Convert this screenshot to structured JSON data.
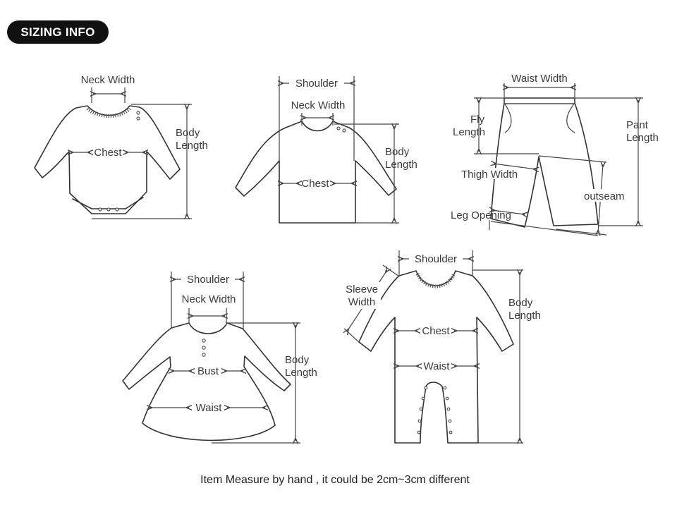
{
  "header": {
    "badge": "SIZING INFO"
  },
  "bodysuit": {
    "neck_width": "Neck Width",
    "chest": "Chest",
    "body_length_1": "Body",
    "body_length_2": "Length"
  },
  "shirt": {
    "shoulder": "Shoulder",
    "neck_width": "Neck Width",
    "chest": "Chest",
    "body_length_1": "Body",
    "body_length_2": "Length"
  },
  "pants": {
    "waist_width": "Waist Width",
    "fly_1": "Fly",
    "fly_2": "Length",
    "pant_1": "Pant",
    "pant_2": "Length",
    "thigh_width": "Thigh Width",
    "outseam": "outseam",
    "leg_opening": "Leg Opening"
  },
  "dress": {
    "shoulder": "Shoulder",
    "neck_width": "Neck Width",
    "bust": "Bust",
    "waist": "Waist",
    "body_length_1": "Body",
    "body_length_2": "Length"
  },
  "romper": {
    "shoulder": "Shoulder",
    "sleeve_1": "Sleeve",
    "sleeve_2": "Width",
    "chest": "Chest",
    "waist": "Waist",
    "body_length_1": "Body",
    "body_length_2": "Length"
  },
  "footer": {
    "note": "Item Measure by hand , it could be 2cm~3cm different"
  }
}
